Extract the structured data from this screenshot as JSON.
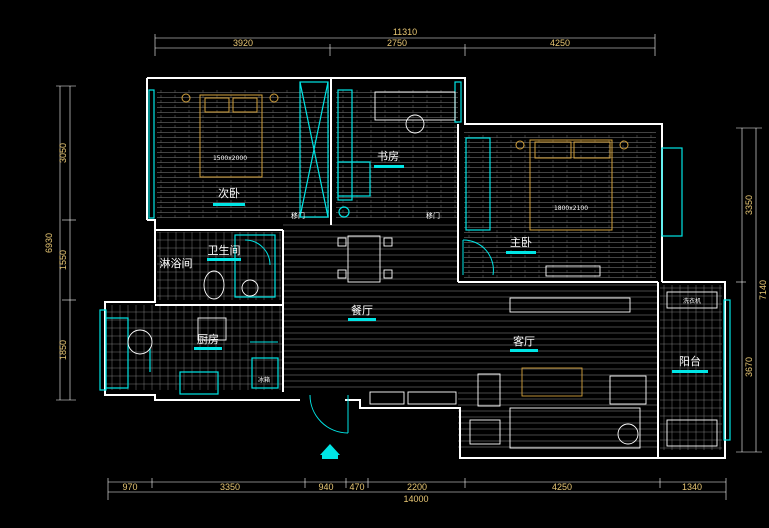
{
  "dimensions": {
    "top_total": "11310",
    "top": [
      "3920",
      "2750",
      "4250"
    ],
    "bottom_total": "14000",
    "bottom": [
      "970",
      "3350",
      "940",
      "470",
      "2200",
      "4250",
      "1340"
    ],
    "left_total": "6930",
    "left": [
      "3050",
      "1550",
      "1850"
    ],
    "right_total": "7140",
    "right": [
      "3350",
      "3670"
    ]
  },
  "rooms": {
    "second_bedroom": "次卧",
    "study": "书房",
    "master_bedroom": "主卧",
    "bathroom": "卫生间",
    "shower": "淋浴间",
    "dining": "餐厅",
    "kitchen": "厨房",
    "living": "客厅",
    "balcony": "阳台"
  },
  "labels": {
    "bed_small": "1500x2000",
    "bed_master": "1800x2100",
    "sliding_door_1": "移门",
    "sliding_door_2": "移门",
    "washer": "洗衣机",
    "appliance": "冰箱"
  },
  "colors": {
    "wall": "#ffffff",
    "cyan": "#00e5e5",
    "dim": "#e8c774",
    "hatch": "#9a9a9a",
    "furniture": "#d4a23c"
  }
}
